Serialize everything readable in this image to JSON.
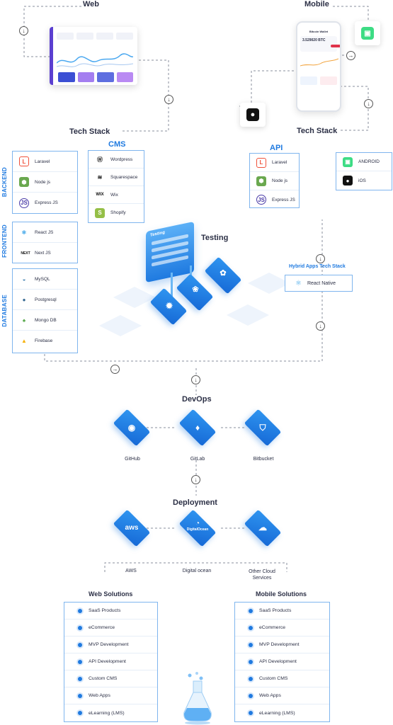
{
  "top": {
    "web_label": "Web",
    "mobile_label": "Mobile",
    "tech_stack_left": "Tech Stack",
    "tech_stack_right": "Tech Stack",
    "phone_title": "Bitcoin Wallet",
    "phone_balance": "3.529020 BTC"
  },
  "backend": {
    "label": "BACKEND",
    "items": [
      {
        "label": "Laravel",
        "icon": "laravel-icon"
      },
      {
        "label": "Node js",
        "icon": "nodejs-icon"
      },
      {
        "label": "Express JS",
        "icon": "expressjs-icon"
      }
    ]
  },
  "frontend": {
    "label": "FRONTEND",
    "items": [
      {
        "label": "React JS",
        "icon": "react-icon"
      },
      {
        "label": "Next JS",
        "icon": "nextjs-icon"
      }
    ]
  },
  "database": {
    "label": "DATABASE",
    "items": [
      {
        "label": "MySQL",
        "icon": "mysql-icon"
      },
      {
        "label": "Postgresql",
        "icon": "postgresql-icon"
      },
      {
        "label": "Mongo DB",
        "icon": "mongodb-icon"
      },
      {
        "label": "Firebase",
        "icon": "firebase-icon"
      }
    ]
  },
  "cms": {
    "title": "CMS",
    "items": [
      {
        "label": "Wordpress",
        "icon": "wordpress-icon"
      },
      {
        "label": "Squarespace",
        "icon": "squarespace-icon"
      },
      {
        "label": "Wix",
        "icon": "wix-icon"
      },
      {
        "label": "Shopify",
        "icon": "shopify-icon"
      }
    ]
  },
  "api": {
    "title": "API",
    "items": [
      {
        "label": "Laravel",
        "icon": "laravel-icon"
      },
      {
        "label": "Node js",
        "icon": "nodejs-icon"
      },
      {
        "label": "Express JS",
        "icon": "expressjs-icon"
      }
    ]
  },
  "mobile_os": {
    "items": [
      {
        "label": "ANDROID",
        "icon": "android-icon"
      },
      {
        "label": "iOS",
        "icon": "apple-icon"
      }
    ]
  },
  "testing": {
    "title": "Testing",
    "screen_label": "Testing"
  },
  "hybrid": {
    "title": "Hybrid Apps Tech Stack",
    "item": "React Native"
  },
  "devops": {
    "title": "DevOps",
    "items": [
      {
        "label": "GitHub",
        "icon": "github-icon"
      },
      {
        "label": "GitLab",
        "icon": "gitlab-icon"
      },
      {
        "label": "Bitbucket",
        "icon": "bitbucket-icon"
      }
    ]
  },
  "deployment": {
    "title": "Deployment",
    "items": [
      {
        "label": "AWS",
        "icon": "aws-icon",
        "logo": "aws"
      },
      {
        "label": "Digital ocean",
        "icon": "digitalocean-icon",
        "logo": "DigitalOcean"
      },
      {
        "label": "Other Cloud Services",
        "icon": "cloud-icon",
        "logo": ""
      }
    ]
  },
  "web_solutions": {
    "title": "Web Solutions",
    "items": [
      "SaaS Products",
      "eCommerce",
      "MVP Development",
      "API Development",
      "Custom CMS",
      "Web Apps",
      "eLearning (LMS)"
    ]
  },
  "mobile_solutions": {
    "title": "Mobile Solutions",
    "items": [
      "SaaS Products",
      "eCommerce",
      "MVP Development",
      "API Development",
      "Custom CMS",
      "Web Apps",
      "eLearning (LMS)"
    ]
  },
  "colors": {
    "accent": "#1f7ae0",
    "border": "#7fb5ee",
    "text": "#2b2f45"
  }
}
